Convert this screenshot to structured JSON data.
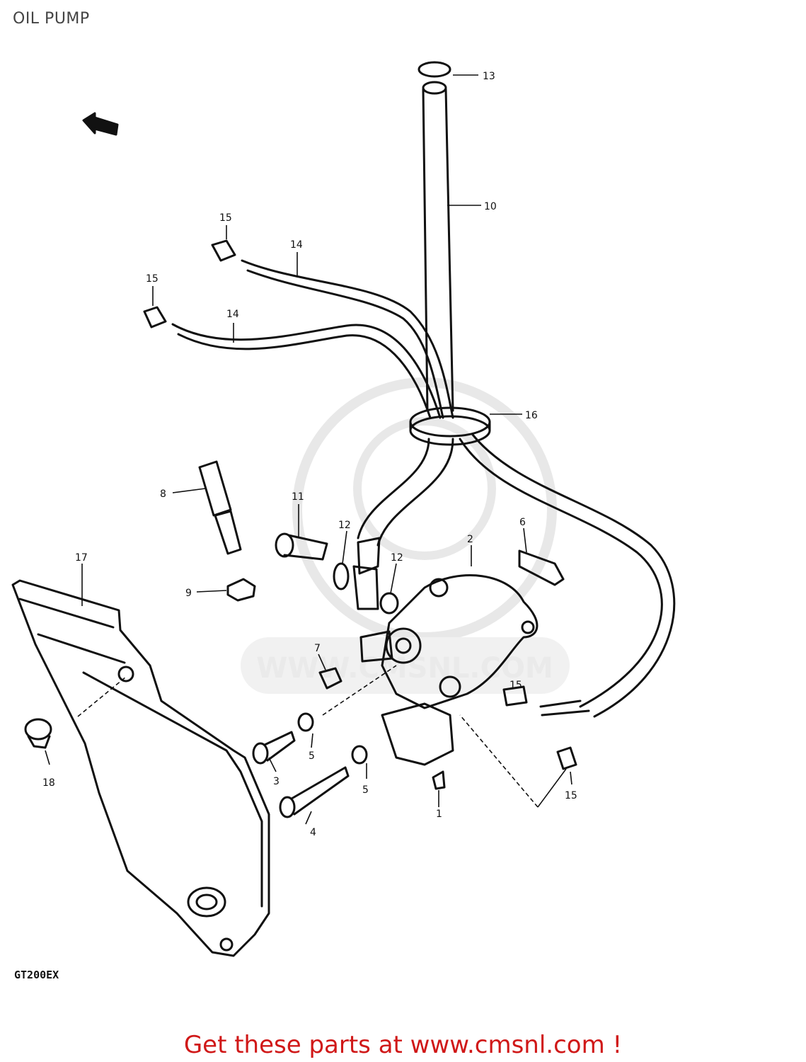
{
  "header": {
    "title": "OIL PUMP"
  },
  "footer": {
    "model_code": "GT200EX",
    "promo": "Get these parts at www.cmsnl.com !"
  },
  "watermark": {
    "text": "WWW.CMSNL.COM"
  },
  "callouts": {
    "c1": "1",
    "c2": "2",
    "c3": "3",
    "c4": "4",
    "c5a": "5",
    "c5b": "5",
    "c6": "6",
    "c7": "7",
    "c8": "8",
    "c9": "9",
    "c10": "10",
    "c11": "11",
    "c12a": "12",
    "c12b": "12",
    "c13": "13",
    "c14a": "14",
    "c14b": "14",
    "c15a": "15",
    "c15b": "15",
    "c15c": "15",
    "c15d": "15",
    "c16": "16",
    "c17": "17",
    "c18": "18"
  },
  "colors": {
    "line": "#111111",
    "promo": "#d01818",
    "watermark": "#e6e6e6"
  }
}
